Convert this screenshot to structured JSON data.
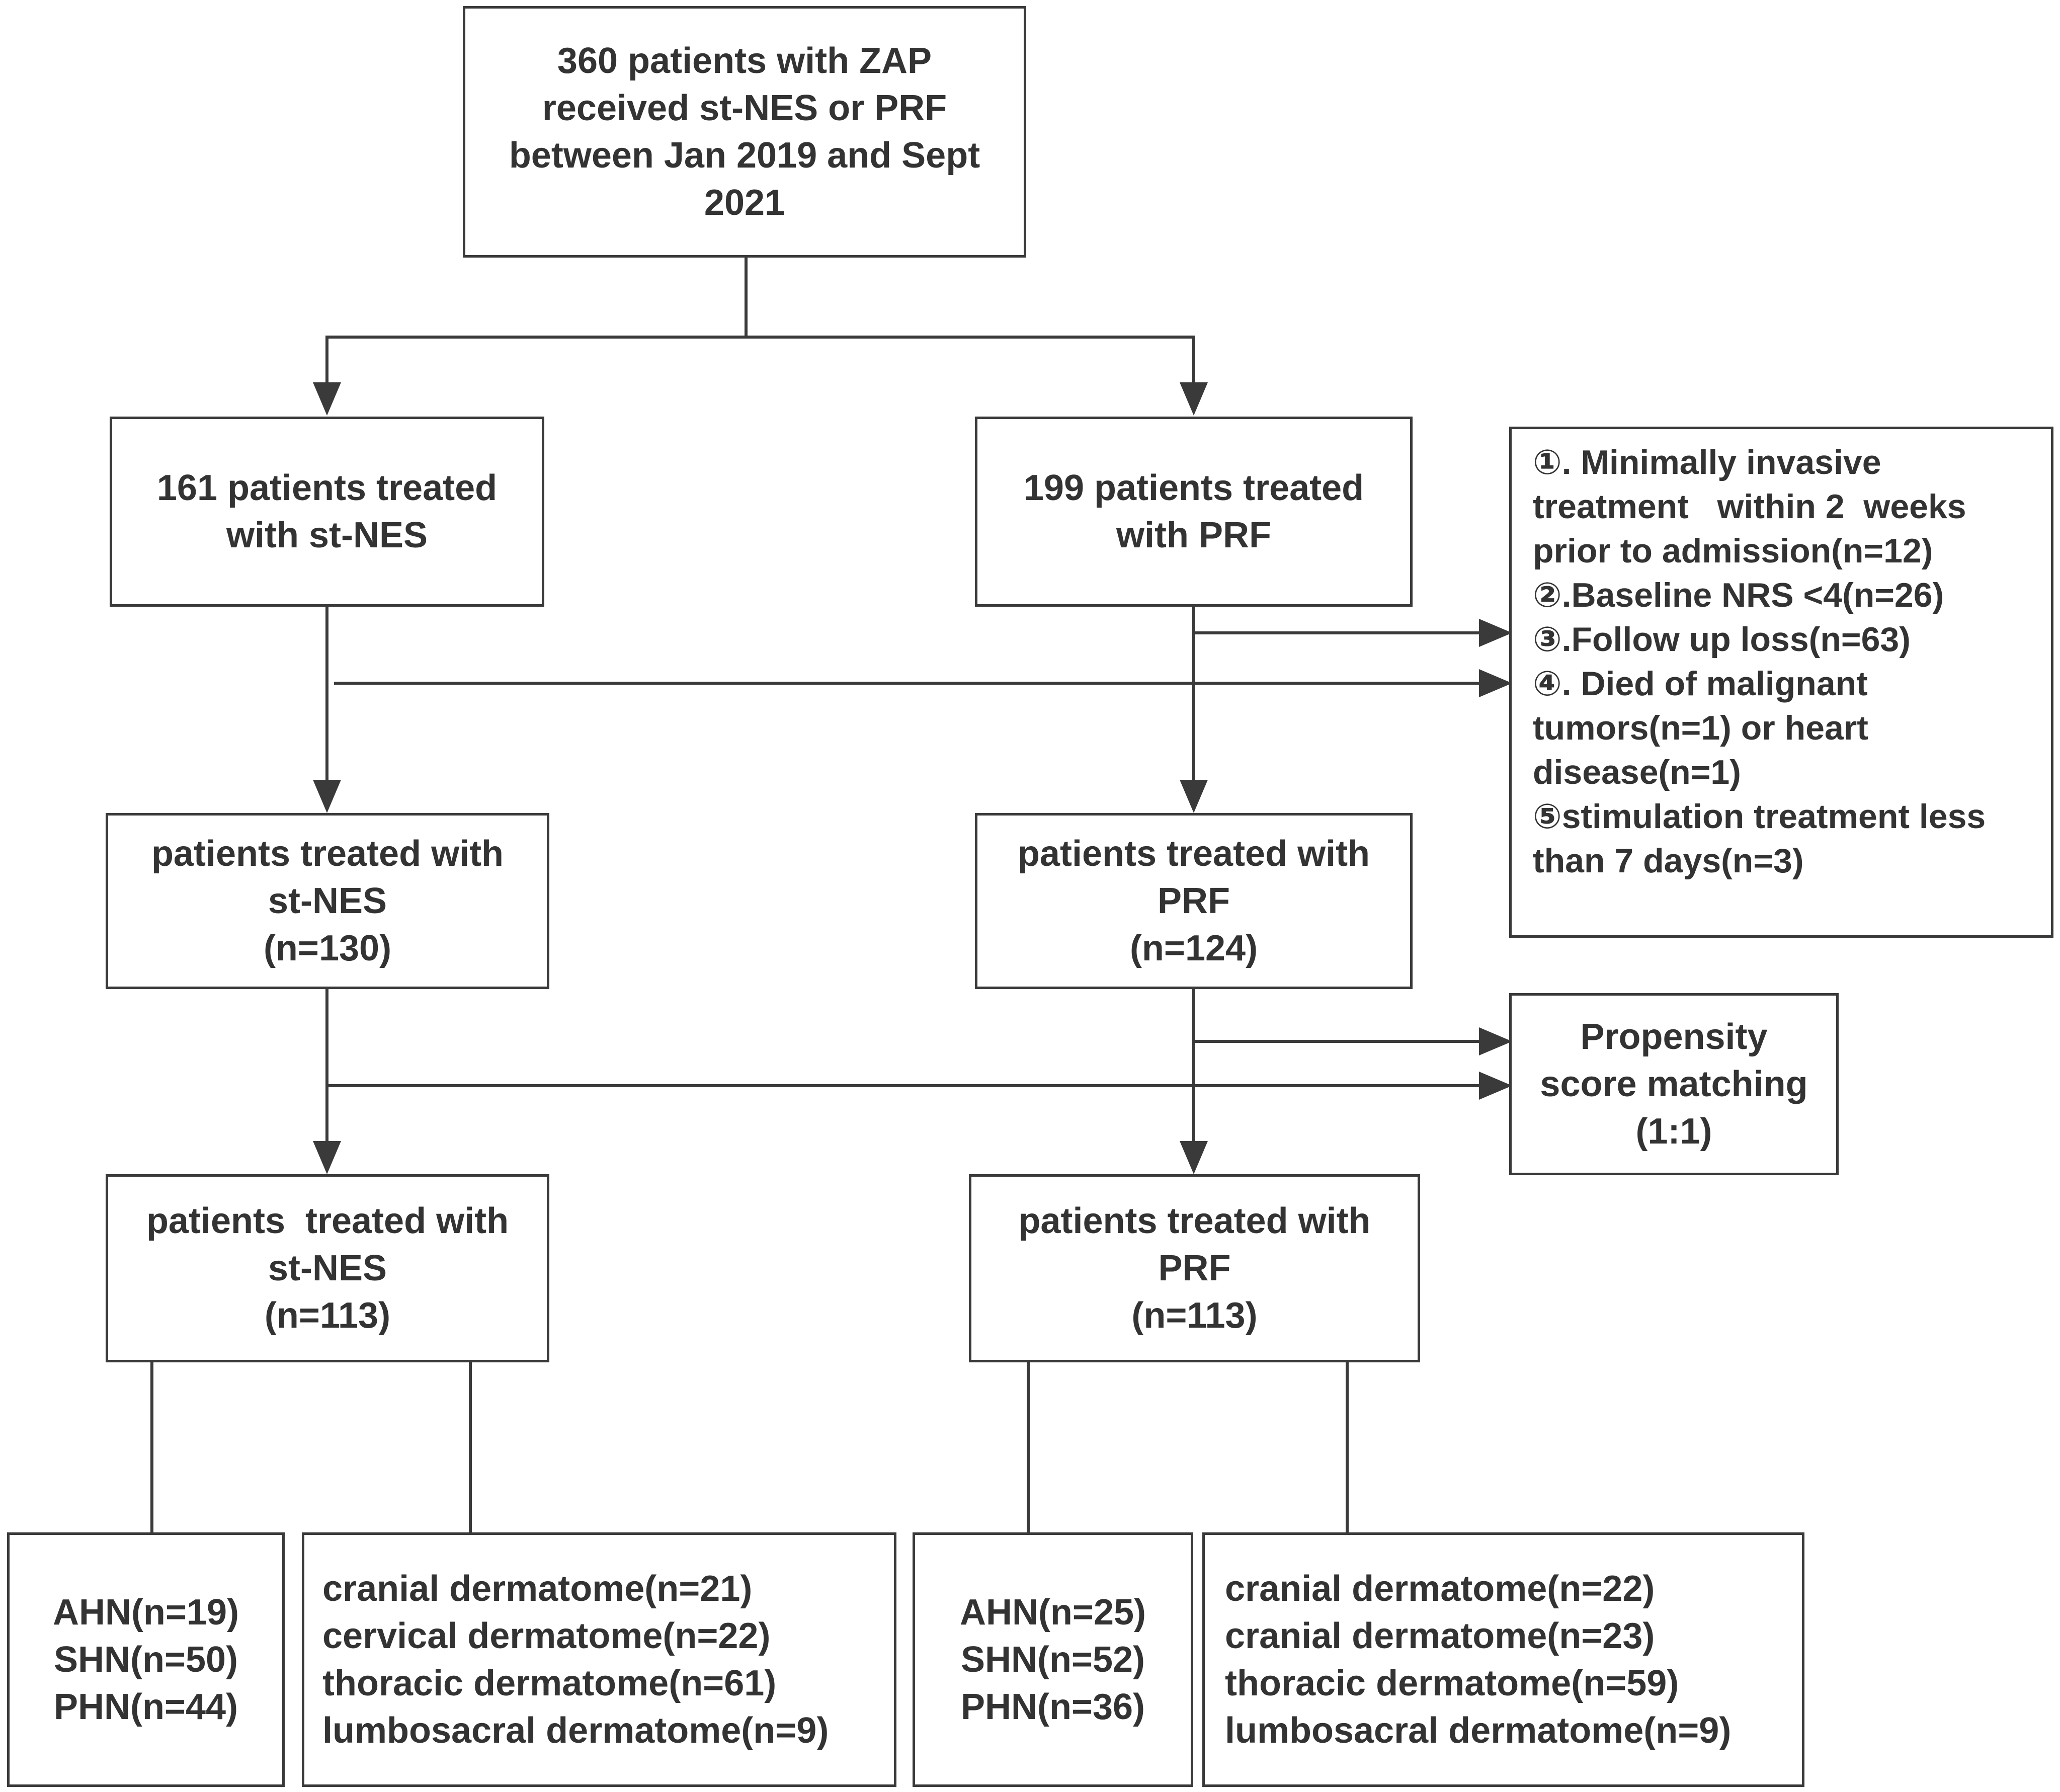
{
  "nodes": {
    "start": [
      "360 patients with ZAP",
      "received st-NES or PRF",
      "between Jan 2019 and Sept",
      "2021"
    ],
    "stnes_total": [
      "161 patients treated",
      "with st-NES"
    ],
    "prf_total": [
      "199 patients treated",
      "with PRF"
    ],
    "exclusions": [
      "①. Minimally invasive",
      "treatment   within 2  weeks",
      "prior to admission(n=12)",
      "②.Baseline NRS <4(n=26)",
      "③.Follow up loss(n=63)",
      "④. Died of malignant",
      "tumors(n=1) or heart",
      "disease(n=1)",
      "⑤stimulation treatment less",
      "than 7 days(n=3)"
    ],
    "stnes_included": [
      "patients treated with",
      "st-NES",
      "(n=130)"
    ],
    "prf_included": [
      "patients treated with",
      "PRF",
      "(n=124)"
    ],
    "psm": [
      "Propensity",
      "score matching",
      "(1:1)"
    ],
    "stnes_matched": [
      "patients  treated with",
      "st-NES",
      "(n=113)"
    ],
    "prf_matched": [
      "patients treated with",
      "PRF",
      "(n=113)"
    ],
    "stnes_types": [
      "AHN(n=19)",
      "SHN(n=50)",
      "PHN(n=44)"
    ],
    "stnes_dermatomes": [
      "cranial dermatome(n=21)",
      "cervical dermatome(n=22)",
      "thoracic dermatome(n=61)",
      "lumbosacral dermatome(n=9)"
    ],
    "prf_types": [
      "AHN(n=25)",
      "SHN(n=52)",
      "PHN(n=36)"
    ],
    "prf_dermatomes": [
      "cranial dermatome(n=22)",
      "cranial dermatome(n=23)",
      "thoracic dermatome(n=59)",
      "lumbosacral dermatome(n=9)"
    ]
  }
}
